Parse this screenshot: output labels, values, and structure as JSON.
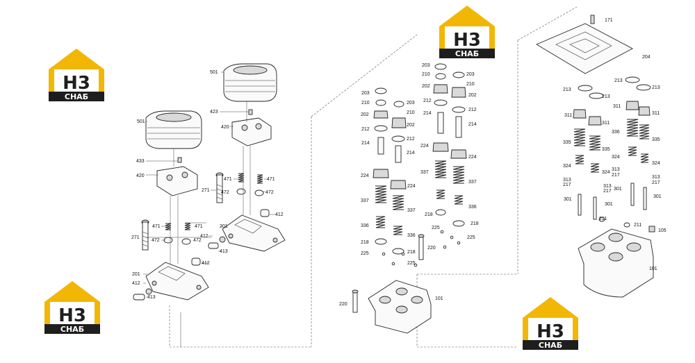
{
  "logo": {
    "letters": "H3",
    "word": "СНАБ",
    "brand_color": "#f2b705",
    "dark_color": "#1e1e1e"
  },
  "callouts": {
    "c501": "501",
    "c423": "423",
    "c420": "420",
    "c433": "433",
    "c471": "471",
    "c271": "271",
    "c472": "472",
    "c412": "412",
    "c413": "413",
    "c201": "201",
    "c301": "301",
    "c203": "203",
    "c210": "210",
    "c202": "202",
    "c212": "212",
    "c214": "214",
    "c224": "224",
    "c337": "337",
    "c336": "336",
    "c218": "218",
    "c225": "225",
    "c220": "220",
    "c101": "101",
    "c171": "171",
    "c204": "204",
    "c213": "213",
    "c311": "311",
    "c335": "335",
    "c324": "324",
    "c313": "313",
    "c217": "217",
    "c211": "211",
    "c105": "105"
  }
}
